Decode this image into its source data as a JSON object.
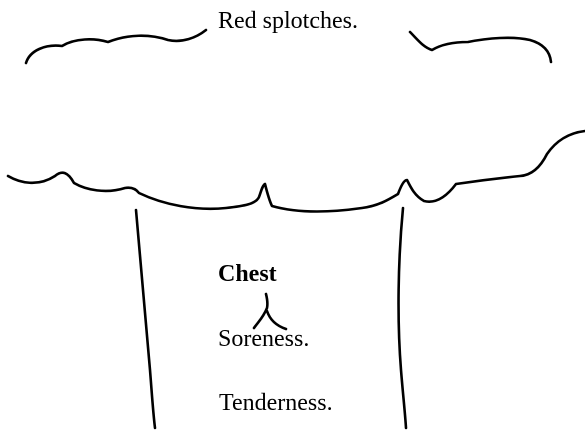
{
  "top_label": "Red splotches.",
  "chest_label": "Chest",
  "symptoms": [
    "Soreness.",
    "Tenderness."
  ]
}
